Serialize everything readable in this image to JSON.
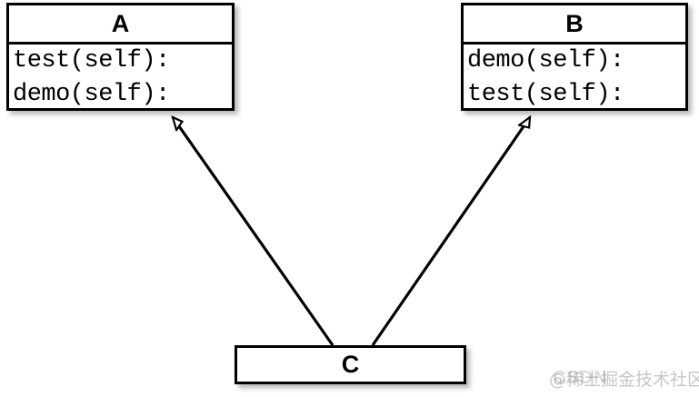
{
  "diagram": {
    "type": "uml-class-diagram",
    "relationship": "generalization",
    "background_color": "#ffffff",
    "stroke_color": "#000000",
    "classes": [
      {
        "id": "A",
        "name": "A",
        "members": [
          "test(self):",
          "demo(self):"
        ]
      },
      {
        "id": "B",
        "name": "B",
        "members": [
          "demo(self):",
          "test(self):"
        ]
      },
      {
        "id": "C",
        "name": "C",
        "members": []
      }
    ],
    "edges": [
      {
        "from": "C",
        "to": "A",
        "arrow": "hollow-triangle"
      },
      {
        "from": "C",
        "to": "B",
        "arrow": "hollow-triangle"
      }
    ]
  },
  "watermarks": {
    "community": "@稀土掘金技术社区",
    "csdn": "CSDN"
  }
}
